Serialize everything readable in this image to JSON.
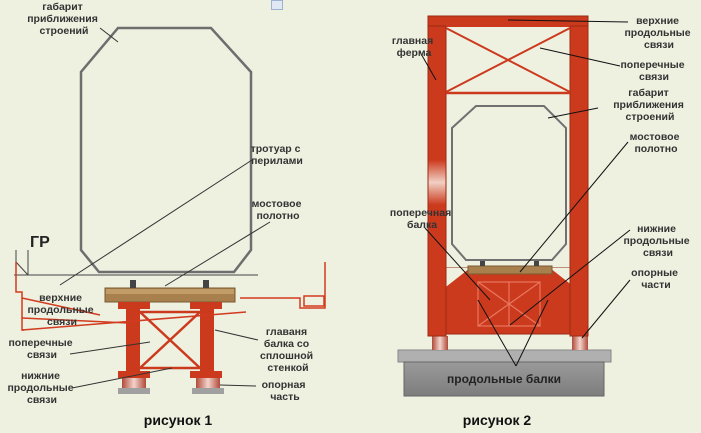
{
  "figure1": {
    "caption": "рисунок 1",
    "gr_label": "ГР",
    "labels": {
      "clearance": [
        "габарит",
        "приближения",
        "строений"
      ],
      "sidewalk": [
        "тротуар с",
        "перилами"
      ],
      "deck": [
        "мостовое",
        "полотно"
      ],
      "upper_bracing": [
        "верхние",
        "продольные",
        "связи"
      ],
      "cross_bracing": [
        "поперечные",
        "связи"
      ],
      "main_girder": [
        "главаня",
        "балка со",
        "сплошной",
        "стенкой"
      ],
      "lower_bracing": [
        "нижние",
        "продольные",
        "связи"
      ],
      "bearing": [
        "опорная",
        "часть"
      ]
    }
  },
  "figure2": {
    "caption": "рисунок 2",
    "stringers_label": "продольные балки",
    "labels": {
      "upper_bracing": [
        "верхние",
        "продольные",
        "связи"
      ],
      "main_truss": [
        "главная",
        "ферма"
      ],
      "cross_bracing": [
        "поперечные",
        "связи"
      ],
      "clearance": [
        "габарит",
        "приближения",
        "строений"
      ],
      "deck": [
        "мостовое",
        "полотно"
      ],
      "floor_beam": [
        "поперечная",
        "балка"
      ],
      "lower_bracing": [
        "нижние",
        "продольные",
        "связи"
      ],
      "bearings": [
        "опорные",
        "части"
      ]
    }
  },
  "colors": {
    "steel_red": "#cc3a1e",
    "steel_dark": "#9a2a12",
    "clearance_line": "#707070",
    "pier": "#8f8f8f",
    "deck_wood": "#a8804e"
  }
}
